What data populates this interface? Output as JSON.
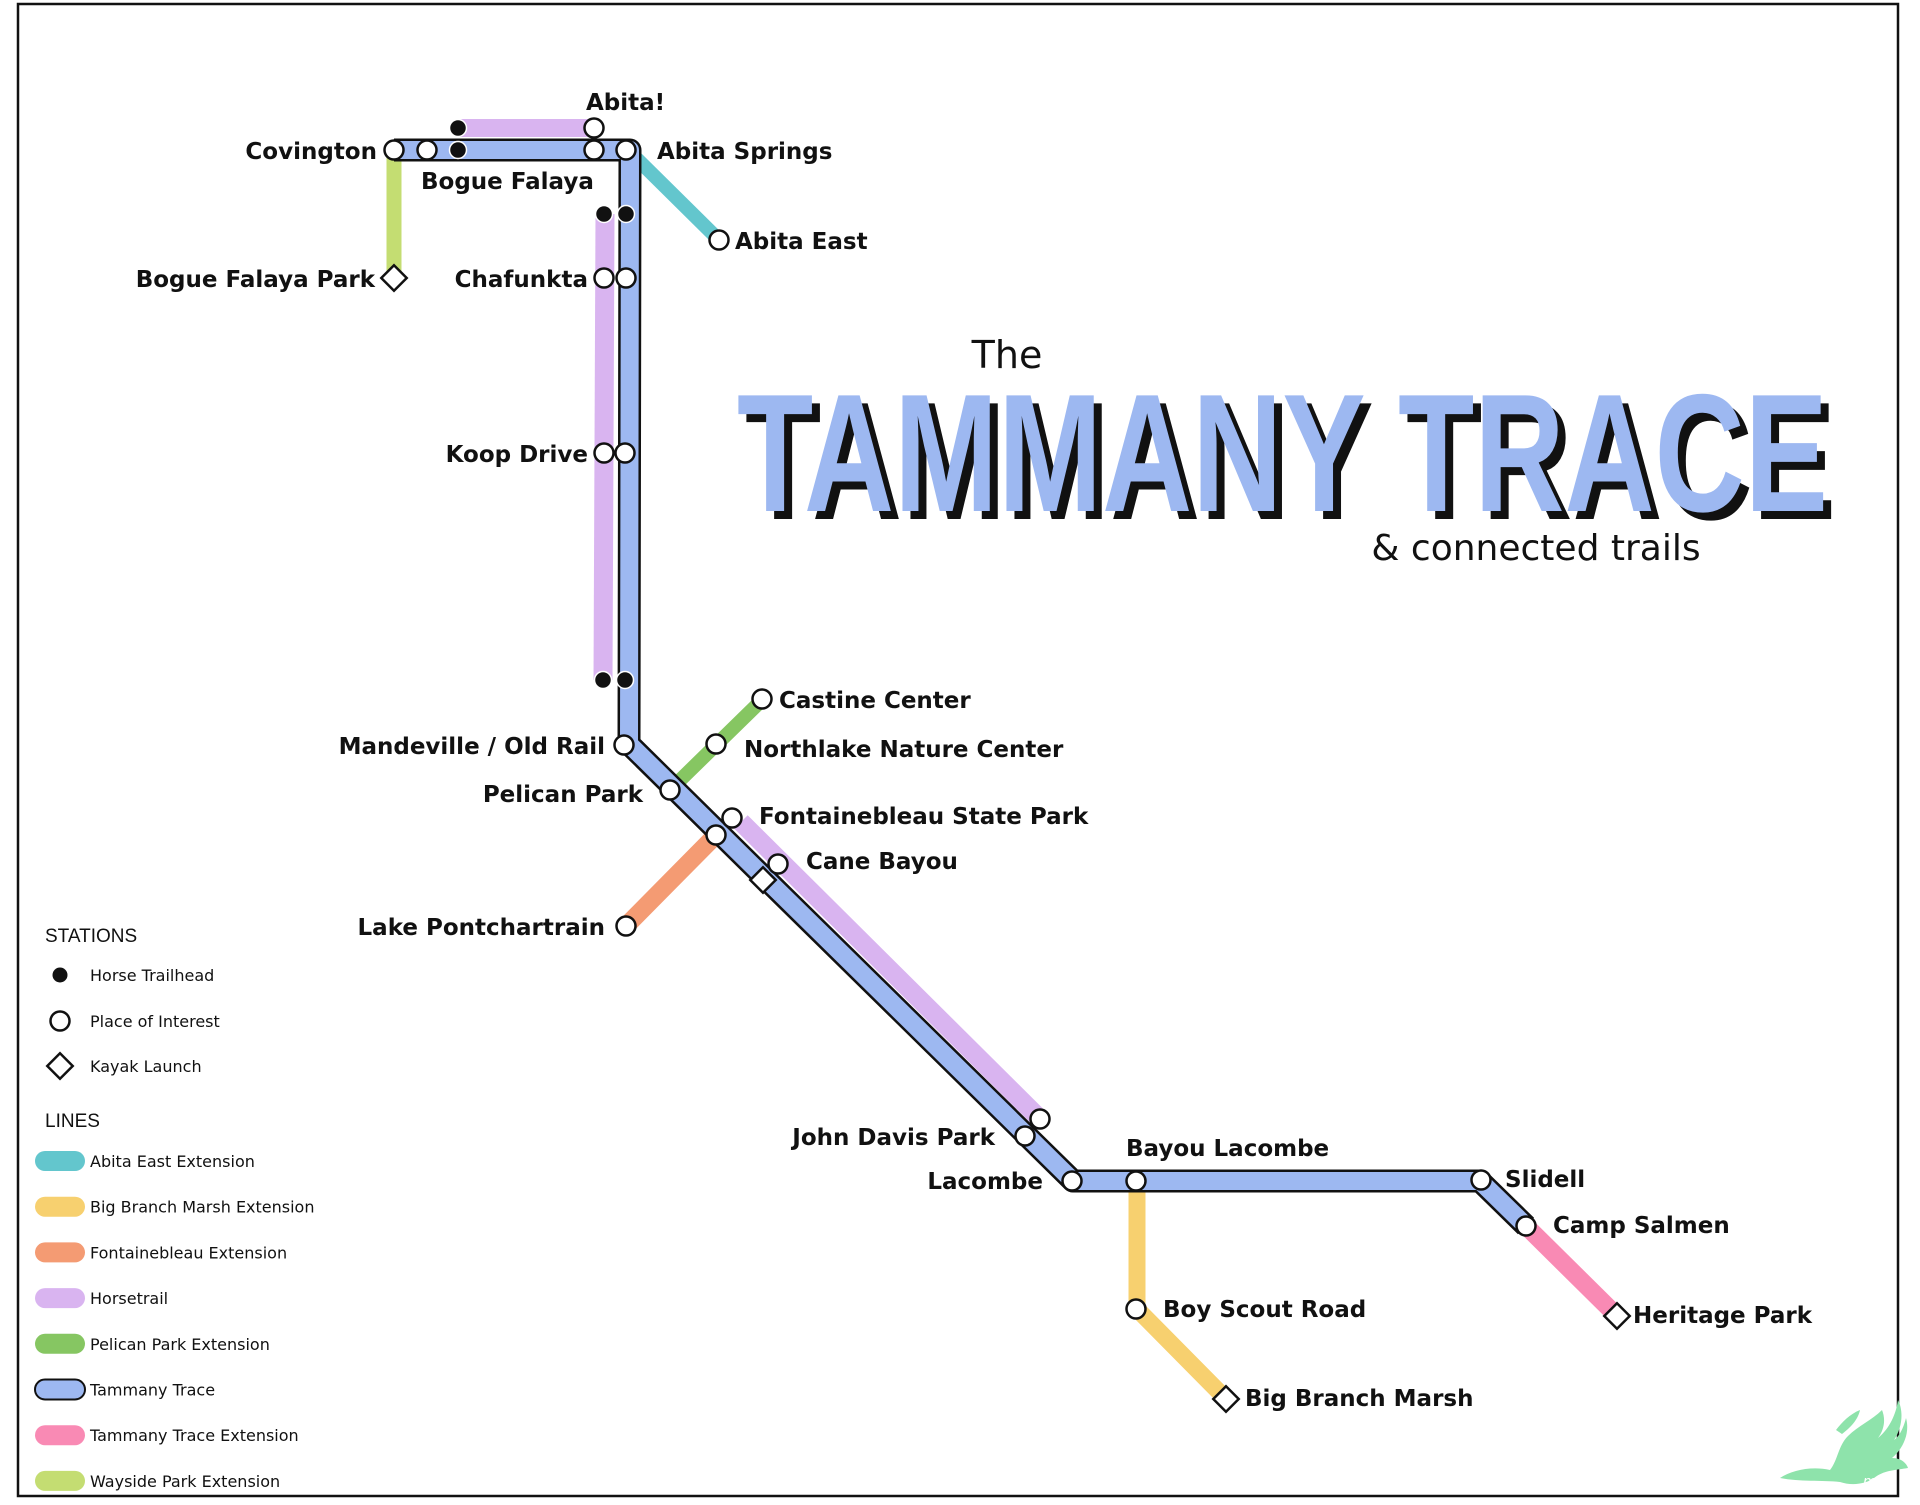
{
  "title": {
    "prefix": "The",
    "main": "TAMMANY TRACE",
    "subtitle": "& connected trails"
  },
  "colors": {
    "abita_east": "#63c6cd",
    "big_branch": "#f7d06f",
    "fontainebleau": "#f49b73",
    "horsetrail": "#d9b4f0",
    "pelican": "#86c662",
    "tammany_trace": "#9db8f1",
    "tammany_extension": "#f98ab4",
    "wayside": "#c4dd72",
    "logo": "#8ee3ab"
  },
  "stations": {
    "covington": "Covington",
    "bogue_falaya": "Bogue Falaya",
    "abita": "Abita!",
    "abita_springs": "Abita Springs",
    "abita_east": "Abita East",
    "bogue_falaya_park": "Bogue Falaya Park",
    "chafunkta": "Chafunkta",
    "koop_drive": "Koop Drive",
    "castine_center": "Castine Center",
    "northlake": "Northlake Nature Center",
    "mandeville": "Mandeville / Old Rail",
    "pelican_park": "Pelican Park",
    "fontainebleau": "Fontainebleau State Park",
    "cane_bayou": "Cane Bayou",
    "lake_pontchartrain": "Lake Pontchartrain",
    "john_davis_park": "John Davis Park",
    "bayou_lacombe": "Bayou Lacombe",
    "lacombe": "Lacombe",
    "slidell": "Slidell",
    "camp_salmen": "Camp Salmen",
    "boy_scout_road": "Boy Scout Road",
    "heritage_park": "Heritage Park",
    "big_branch_marsh": "Big Branch Marsh"
  },
  "legend": {
    "stations_title": "STATIONS",
    "station_types": [
      "Horse Trailhead",
      "Place of Interest",
      "Kayak Launch"
    ],
    "lines_title": "LINES",
    "lines": [
      {
        "name": "Abita East Extension",
        "color": "#63c6cd",
        "outlined": false
      },
      {
        "name": "Big Branch Marsh Extension",
        "color": "#f7d06f",
        "outlined": false
      },
      {
        "name": "Fontainebleau Extension",
        "color": "#f49b73",
        "outlined": false
      },
      {
        "name": "Horsetrail",
        "color": "#d9b4f0",
        "outlined": false
      },
      {
        "name": "Pelican Park Extension",
        "color": "#86c662",
        "outlined": false
      },
      {
        "name": "Tammany Trace",
        "color": "#9db8f1",
        "outlined": true
      },
      {
        "name": "Tammany Trace Extension",
        "color": "#f98ab4",
        "outlined": false
      },
      {
        "name": "Wayside Park Extension",
        "color": "#c4dd72",
        "outlined": false
      }
    ]
  },
  "logo": {
    "name": "pelican-logo",
    "initials": "mm"
  }
}
